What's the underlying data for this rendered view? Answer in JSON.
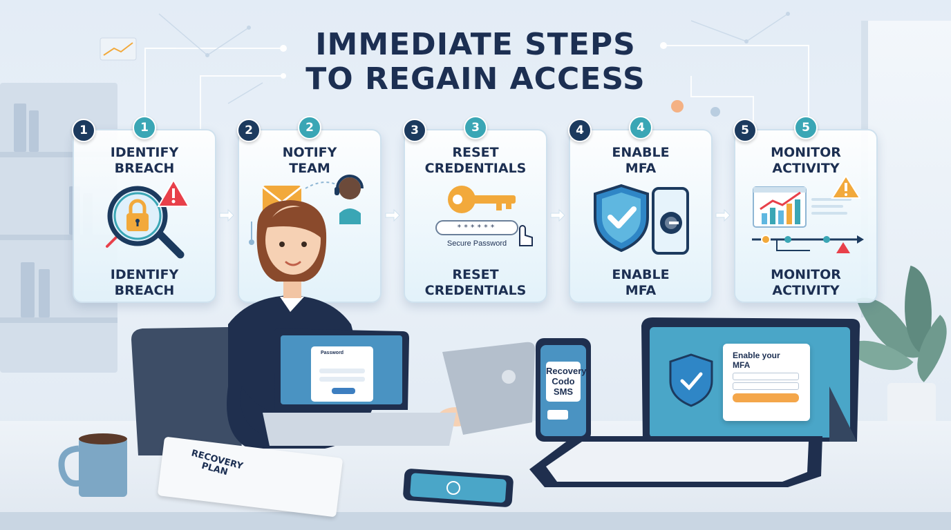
{
  "title": {
    "line1": "IMMEDIATE STEPS",
    "line2": "TO REGAIN ACCESS"
  },
  "steps": [
    {
      "number": "1",
      "badge_number": "1",
      "title": "IDENTIFY\nBREACH",
      "bottom_title": "IDENTIFY\nBREACH",
      "icon": "magnifier-lock-warning-icon"
    },
    {
      "number": "2",
      "badge_number": "2",
      "title": "NOTIFY\nTEAM",
      "bottom_title": "",
      "icon": "envelope-headset-icon"
    },
    {
      "number": "3",
      "badge_number": "3",
      "title": "RESET\nCREDENTIALS",
      "bottom_title": "RESET\nCREDENTIALS",
      "icon": "key-password-icon",
      "password_mask": "******",
      "password_caption": "Secure Password"
    },
    {
      "number": "4",
      "badge_number": "4",
      "title": "ENABLE\nMFA",
      "bottom_title": "ENABLE\nMFA",
      "icon": "shield-phone-icon"
    },
    {
      "number": "5",
      "badge_number": "5",
      "title": "MONITOR\nACTIVITY",
      "bottom_title": "MONITOR\nACTIVITY",
      "icon": "chart-timeline-warning-icon"
    }
  ],
  "devices": {
    "laptop_dialog_title": "Password",
    "phone_screen": "Recovery\nCodo\nSMS",
    "tablet_dialog_title": "Enable your\nMFA",
    "notebook_label": "RECOVERY\nPLAN"
  },
  "colors": {
    "title": "#1c2f52",
    "badge_dark": "#1c3a5e",
    "badge_teal": "#3aa6b5",
    "shield": "#2f86c6",
    "check": "#ffffff",
    "warning": "#e8404a",
    "key": "#f2a93b",
    "accent_orange": "#f4a64a"
  }
}
